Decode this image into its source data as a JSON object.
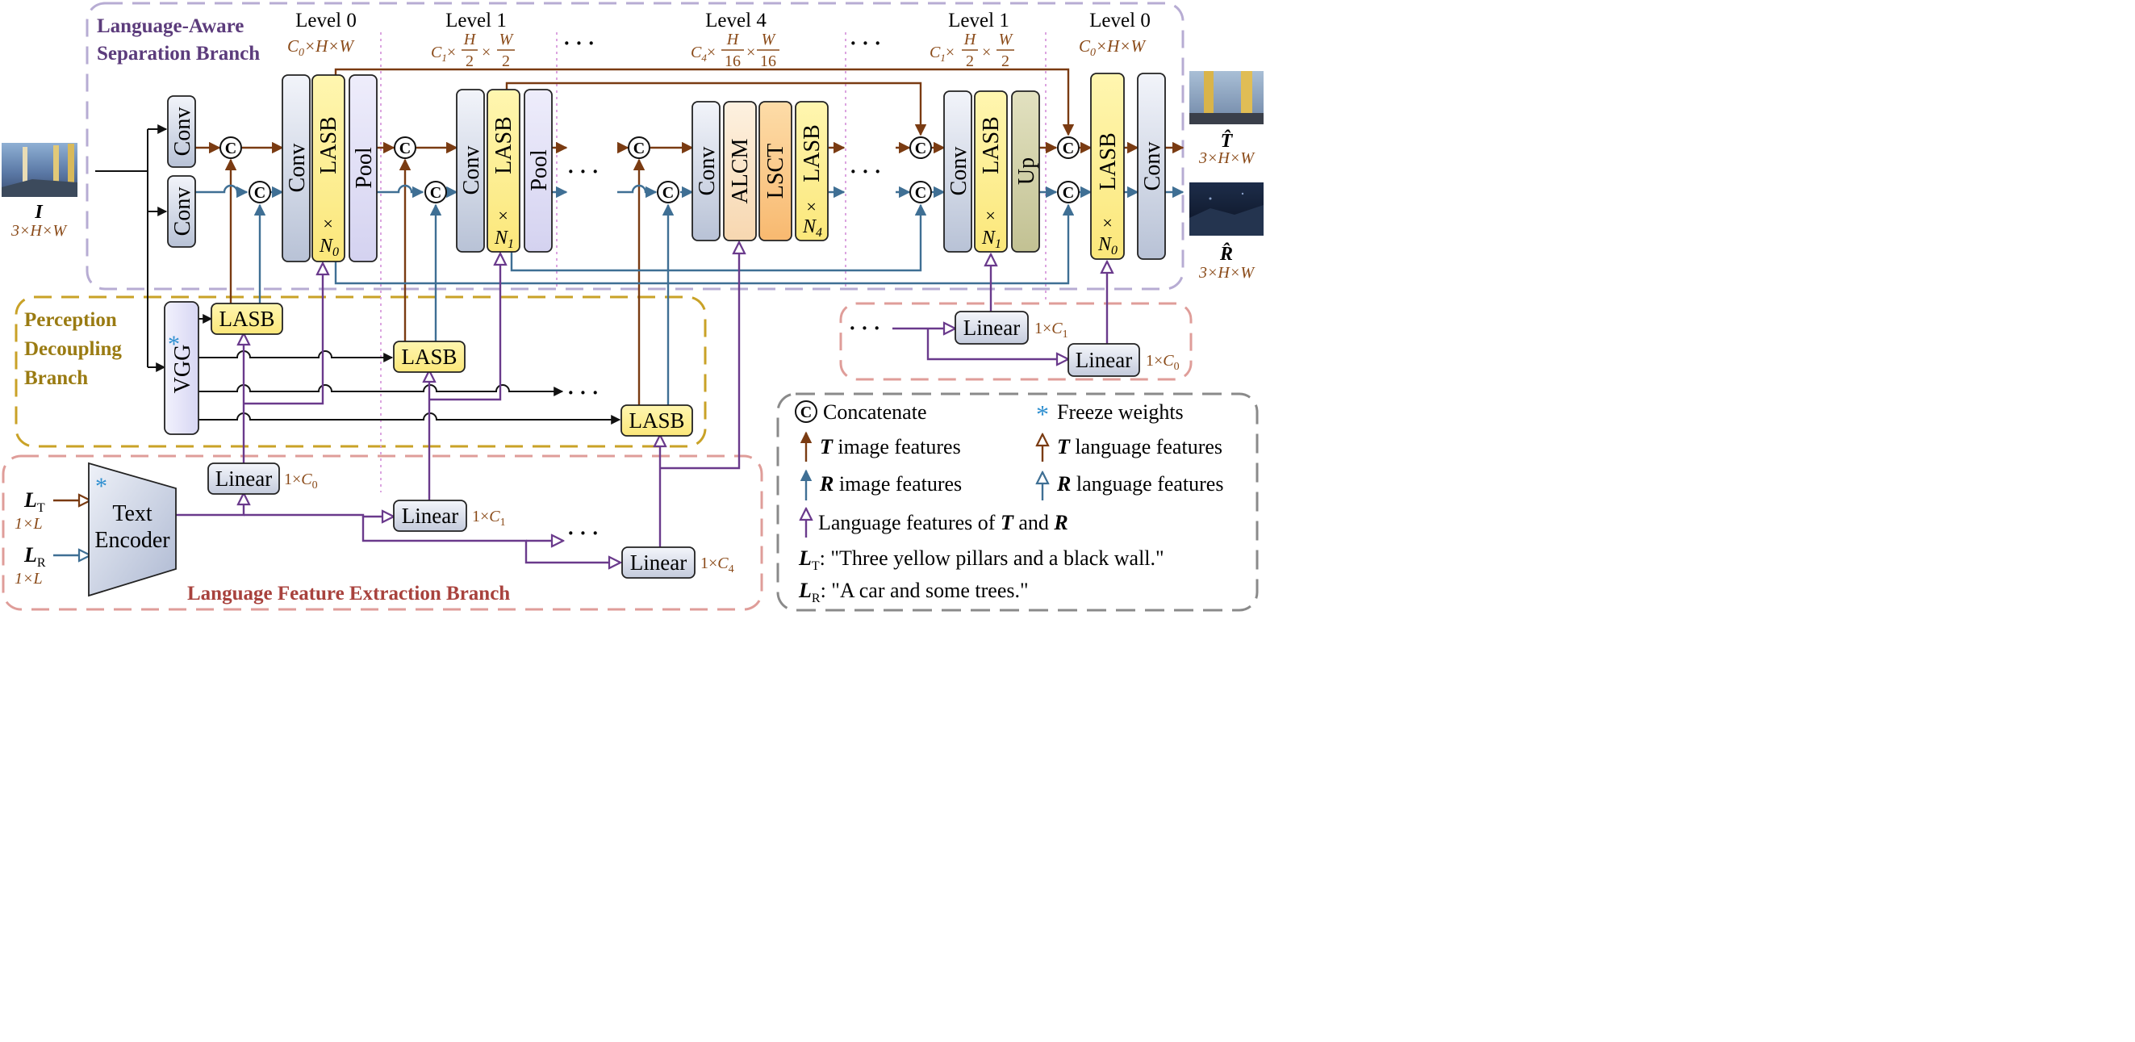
{
  "branches": {
    "separation": [
      "Language-Aware",
      "Separation Branch"
    ],
    "perception": [
      "Perception",
      "Decoupling",
      "Branch"
    ],
    "language": "Language Feature Extraction Branch"
  },
  "levels": {
    "enc0": "Level 0",
    "enc1": "Level 1",
    "mid": "Level 4",
    "dec1": "Level 1",
    "dec0": "Level 0"
  },
  "level_dims": {
    "enc0": {
      "c": "C",
      "sub": "0",
      "rest": "×H×W"
    },
    "dec0": {
      "c": "C",
      "sub": "0",
      "rest": "×H×W"
    },
    "enc1": {
      "c": "C",
      "sub": "1",
      "num1": "H",
      "den1": "2",
      "num2": "W",
      "den2": "2"
    },
    "dec1": {
      "c": "C",
      "sub": "1",
      "num1": "H",
      "den1": "2",
      "num2": "W",
      "den2": "2"
    },
    "mid": {
      "c": "C",
      "sub": "4",
      "num1": "H",
      "den1": "16",
      "num2": "W",
      "den2": "16"
    }
  },
  "blocks": {
    "conv": "Conv",
    "lasb": "LASB",
    "pool": "Pool",
    "alcm": "ALCM",
    "lsct": "LSCT",
    "up": "Up",
    "vgg": "VGG",
    "linear": "Linear",
    "text_encoder": [
      "Text",
      "Encoder"
    ],
    "times": "×",
    "n": "N",
    "n0": "0",
    "n1": "1",
    "n4": "4"
  },
  "concat_symbol": "C",
  "ellipsis": "· · ·",
  "freeze_symbol": "*",
  "io": {
    "input_name": "I",
    "input_dim": "3×H×W",
    "out_t": "T̂",
    "out_r": "R̂",
    "out_dim": "3×H×W",
    "lt": "L",
    "lt_sub": "T",
    "lr": "L",
    "lr_sub": "R",
    "l_dim": "1×L"
  },
  "linear_dims": {
    "one": "1×",
    "c": "C",
    "c0": "0",
    "c1": "1",
    "c4": "4"
  },
  "legend": {
    "concatenate": "Concatenate",
    "freeze": "Freeze weights",
    "t_img_b": "T",
    "t_img": " image features",
    "t_lang_b": "T",
    "t_lang": " language features",
    "r_img_b": "R",
    "r_img": " image features",
    "r_lang_b": "R",
    "r_lang": " language features",
    "both_pre": "Language features of ",
    "both_t": "T",
    "both_mid": " and ",
    "both_r": "R",
    "lt_b": "L",
    "lt_sub": "T",
    "lt_text": ": \"Three yellow pillars and a black wall.\"",
    "lr_b": "L",
    "lr_sub": "R",
    "lr_text": ": \"A car and some trees.\""
  },
  "colors": {
    "t_arrow": "#7a3b12",
    "r_arrow": "#3f6f94",
    "lang_arrow": "#6a3a8c",
    "sep_border": "#b7acd3",
    "perc_border": "#c9a227",
    "lang_border": "#df9d99",
    "lasb_fill": "#fdf08e",
    "conv_fill": "#dde2ee",
    "pool_fill": "#e3e2f6",
    "alcm_fill": "#fbe2c4",
    "lsct_fill": "#fbc785",
    "up_fill": "#d3d2a8",
    "sep_title": "#5c3c7c",
    "perc_title": "#9a7b12",
    "lang_title": "#a8423d",
    "dim_text": "#8a4a18",
    "freeze": "#2e8fd0"
  }
}
